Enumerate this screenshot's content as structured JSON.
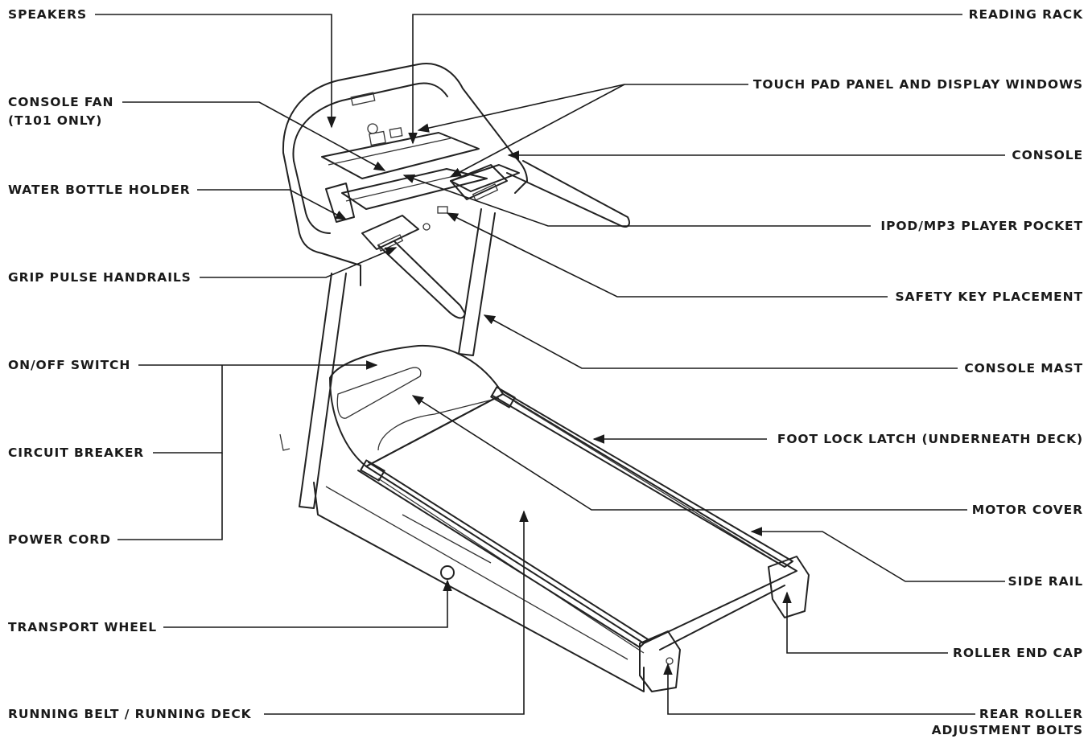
{
  "labels": {
    "speakers": "SPEAKERS",
    "console_fan_1": "CONSOLE FAN",
    "console_fan_2": "(T101 ONLY)",
    "water_bottle_holder": "WATER BOTTLE HOLDER",
    "grip_pulse_handrails": "GRIP PULSE HANDRAILS",
    "on_off_switch": "ON/OFF SWITCH",
    "circuit_breaker": "CIRCUIT BREAKER",
    "power_cord": "POWER CORD",
    "transport_wheel": "TRANSPORT WHEEL",
    "running_belt": "RUNNING BELT / RUNNING DECK",
    "reading_rack": "READING RACK",
    "touch_pad": "TOUCH PAD PANEL AND DISPLAY WINDOWS",
    "console": "CONSOLE",
    "ipod_pocket": "IPOD/MP3 PLAYER POCKET",
    "safety_key": "SAFETY KEY PLACEMENT",
    "console_mast": "CONSOLE MAST",
    "foot_lock_latch": "FOOT LOCK LATCH (UNDERNEATH DECK)",
    "motor_cover": "MOTOR COVER",
    "side_rail": "SIDE RAIL",
    "roller_end_cap": "ROLLER END CAP",
    "rear_roller_1": "REAR ROLLER",
    "rear_roller_2": "ADJUSTMENT BOLTS"
  },
  "colors": {
    "ink": "#1a1a1a",
    "background": "#ffffff"
  }
}
